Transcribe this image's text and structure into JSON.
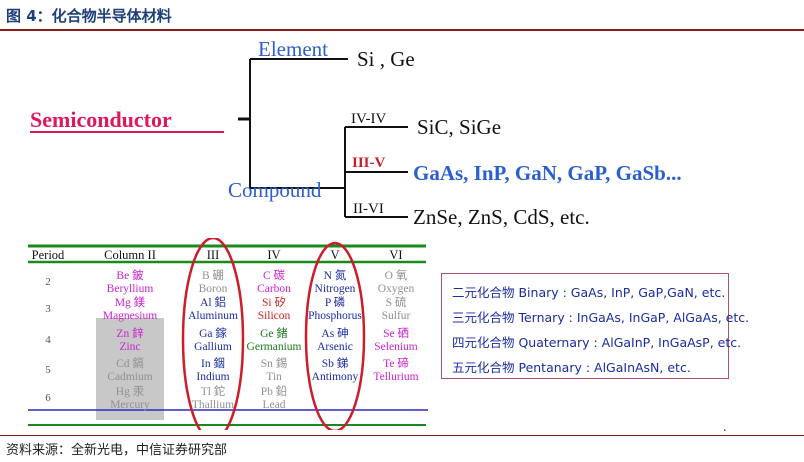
{
  "figure_title": "图 4：化合物半导体材料",
  "source": "资料来源：全新光电，中信证券研究部",
  "tree": {
    "root": "Semiconductor",
    "element_label": "Element",
    "element_members": "Si , Ge",
    "compound_label": "Compound",
    "branches": [
      {
        "group": "IV-IV",
        "members": "SiC, SiGe"
      },
      {
        "group": "III-V",
        "members": "GaAs,  InP, GaN, GaP, GaSb..."
      },
      {
        "group": "II-VI",
        "members": "ZnSe,  ZnS, CdS, etc."
      }
    ]
  },
  "table": {
    "headers": [
      "Period",
      "Column II",
      "III",
      "IV",
      "V",
      "VI"
    ],
    "rows": [
      {
        "period": "2",
        "cells": [
          {
            "sym": "Be 鈹",
            "name": "Beryllium",
            "color": "#d020d0"
          },
          {
            "sym": "B 硼",
            "name": "Boron",
            "color": "#909090"
          },
          {
            "sym": "C 碳",
            "name": "Carbon",
            "color": "#d020d0"
          },
          {
            "sym": "N 氮",
            "name": "Nitrogen",
            "color": "#1a2ca0"
          },
          {
            "sym": "O 氧",
            "name": "Oxygen",
            "color": "#909090"
          }
        ]
      },
      {
        "period": "3",
        "cells": [
          {
            "sym": "Mg 鎂",
            "name": "Magnesium",
            "color": "#d020d0"
          },
          {
            "sym": "Al 鋁",
            "name": "Aluminum",
            "color": "#1a2ca0"
          },
          {
            "sym": "Si 矽",
            "name": "Silicon",
            "color": "#d02020"
          },
          {
            "sym": "P 磷",
            "name": "Phosphorus",
            "color": "#1a2ca0"
          },
          {
            "sym": "S 硫",
            "name": "Sulfur",
            "color": "#909090"
          }
        ]
      },
      {
        "period": "4",
        "cells": [
          {
            "sym": "Zn 鋅",
            "name": "Zinc",
            "color": "#d020d0"
          },
          {
            "sym": "Ga 鎵",
            "name": "Gallium",
            "color": "#1a2ca0"
          },
          {
            "sym": "Ge 鍺",
            "name": "Germanium",
            "color": "#1a7a1a"
          },
          {
            "sym": "As 砷",
            "name": "Arsenic",
            "color": "#1a2ca0"
          },
          {
            "sym": "Se 硒",
            "name": "Selenium",
            "color": "#d020d0"
          }
        ]
      },
      {
        "period": "5",
        "cells": [
          {
            "sym": "Cd 鎘",
            "name": "Cadmium",
            "color": "#909090"
          },
          {
            "sym": "In 銦",
            "name": "Indium",
            "color": "#1a2ca0"
          },
          {
            "sym": "Sn 錫",
            "name": "Tin",
            "color": "#909090"
          },
          {
            "sym": "Sb 銻",
            "name": "Antimony",
            "color": "#1a2ca0"
          },
          {
            "sym": "Te 碲",
            "name": "Tellurium",
            "color": "#d020d0"
          }
        ]
      },
      {
        "period": "6",
        "cells": [
          {
            "sym": "Hg 汞",
            "name": "Mercury",
            "color": "#909090"
          },
          {
            "sym": "Tl 鉈",
            "name": "Thallium",
            "color": "#909090"
          },
          {
            "sym": "Pb 鉛",
            "name": "Lead",
            "color": "#909090"
          },
          {
            "sym": "",
            "name": "",
            "color": "#909090"
          },
          {
            "sym": "",
            "name": "",
            "color": "#909090"
          }
        ]
      }
    ]
  },
  "legend": [
    "二元化合物 Binary : GaAs, InP, GaP,GaN, etc.",
    "三元化合物 Ternary : InGaAs, InGaP, AlGaAs, etc.",
    "四元化合物 Quaternary : AlGaInP, InGaAsP, etc.",
    "五元化合物 Pentanary : AlGaInAsN, etc."
  ],
  "trailing_mark": ".",
  "colors": {
    "title": "#1f3f7a",
    "rule": "#8c1a1a",
    "semiconductor": "#e0185a",
    "compound_blue": "#2b5fd0",
    "highlight_red": "#cc1d2a",
    "highlight_text": "#2b5fd0",
    "table_green": "#1a8a1a",
    "legend_border": "#b0506a",
    "legend_text": "#1a2ca0"
  }
}
